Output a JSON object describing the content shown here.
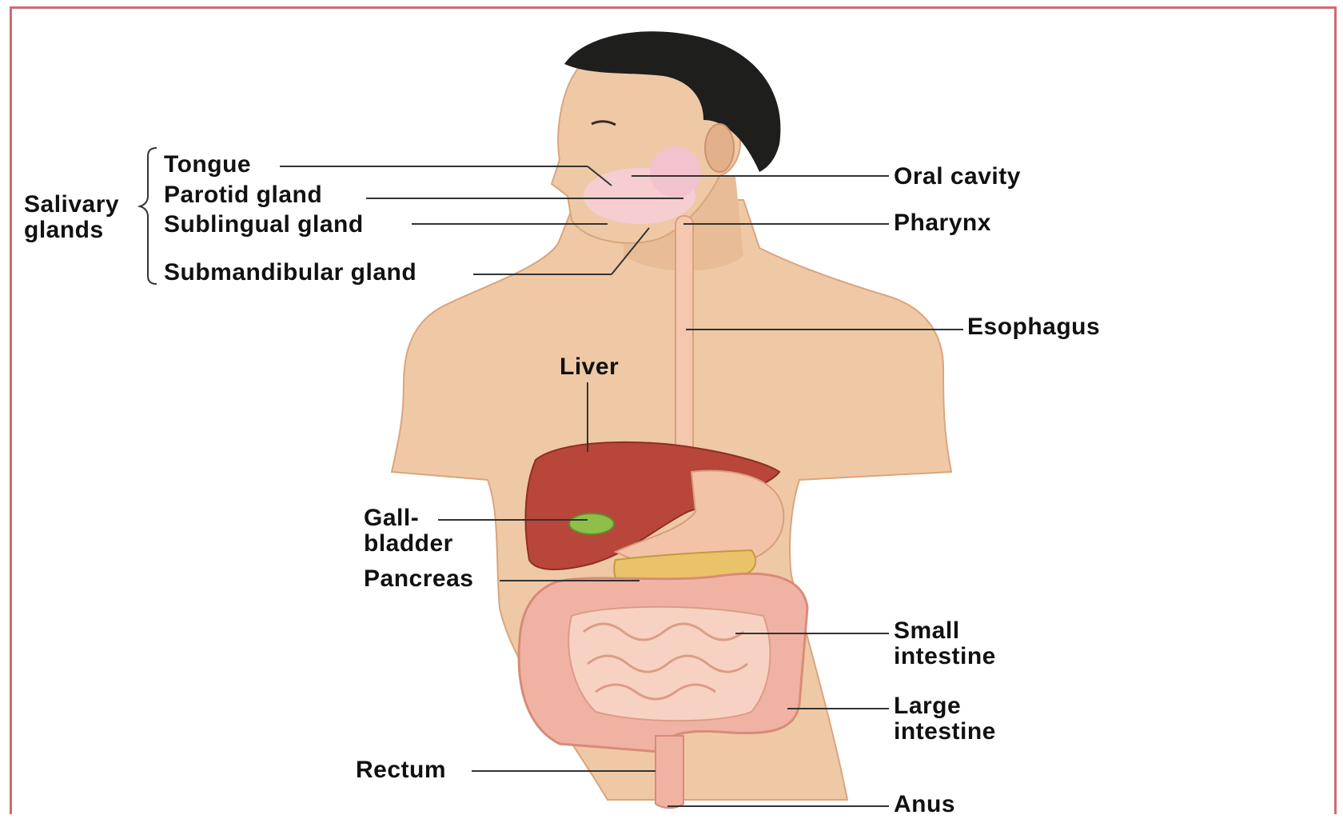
{
  "colors": {
    "frame": "#cf6b72",
    "skin": "#efc9a6",
    "skin_shadow": "#d9a57e",
    "hair": "#1e1e1c",
    "liver": "#b8463a",
    "gallbladder": "#8fbf4a",
    "stomach": "#f2c3a6",
    "pancreas": "#e9c26a",
    "intestine": "#f0b3a3",
    "gland": "#f6cdd6",
    "leader_line": "#333333"
  },
  "labels": {
    "salivary_glands": [
      "Salivary",
      "glands"
    ],
    "tongue": "Tongue",
    "parotid_gland": "Parotid gland",
    "sublingual_gland": "Sublingual gland",
    "submandibular_gland": "Submandibular gland",
    "oral_cavity": "Oral cavity",
    "pharynx": "Pharynx",
    "esophagus": "Esophagus",
    "liver": "Liver",
    "gallbladder": [
      "Gall-",
      "bladder"
    ],
    "pancreas": "Pancreas",
    "small_intestine": [
      "Small",
      "intestine"
    ],
    "large_intestine": [
      "Large",
      "intestine"
    ],
    "rectum": "Rectum",
    "anus": "Anus"
  }
}
